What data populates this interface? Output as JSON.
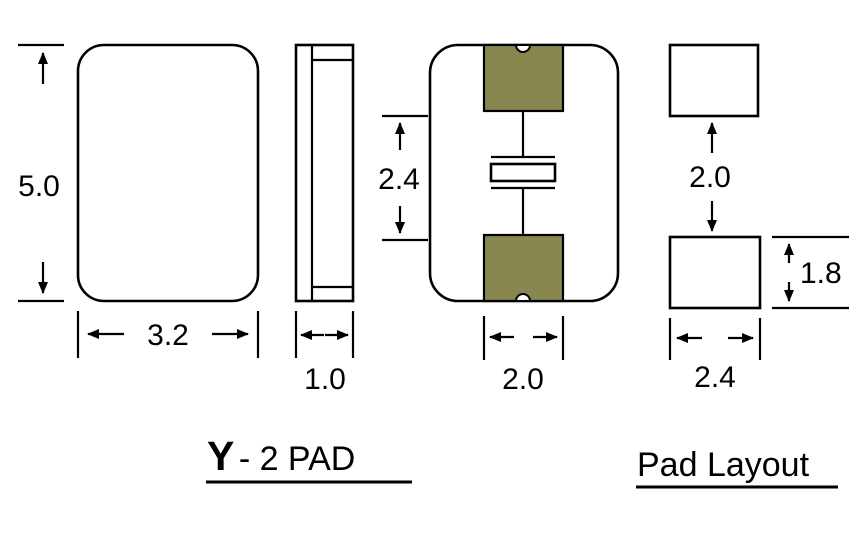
{
  "diagram": {
    "titles": {
      "left_prefix": "Y",
      "left_suffix": " - 2 PAD",
      "right": "Pad Layout"
    },
    "dimensions": {
      "package_height": "5.0",
      "package_width": "3.2",
      "package_thickness": "1.0",
      "electrode_gap": "2.4",
      "electrode_width": "2.0",
      "pad_gap": "2.0",
      "pad_height": "1.8",
      "pad_width": "2.4"
    },
    "colors": {
      "pad_fill": "#87874f",
      "line": "#000000",
      "background": "#ffffff"
    }
  }
}
